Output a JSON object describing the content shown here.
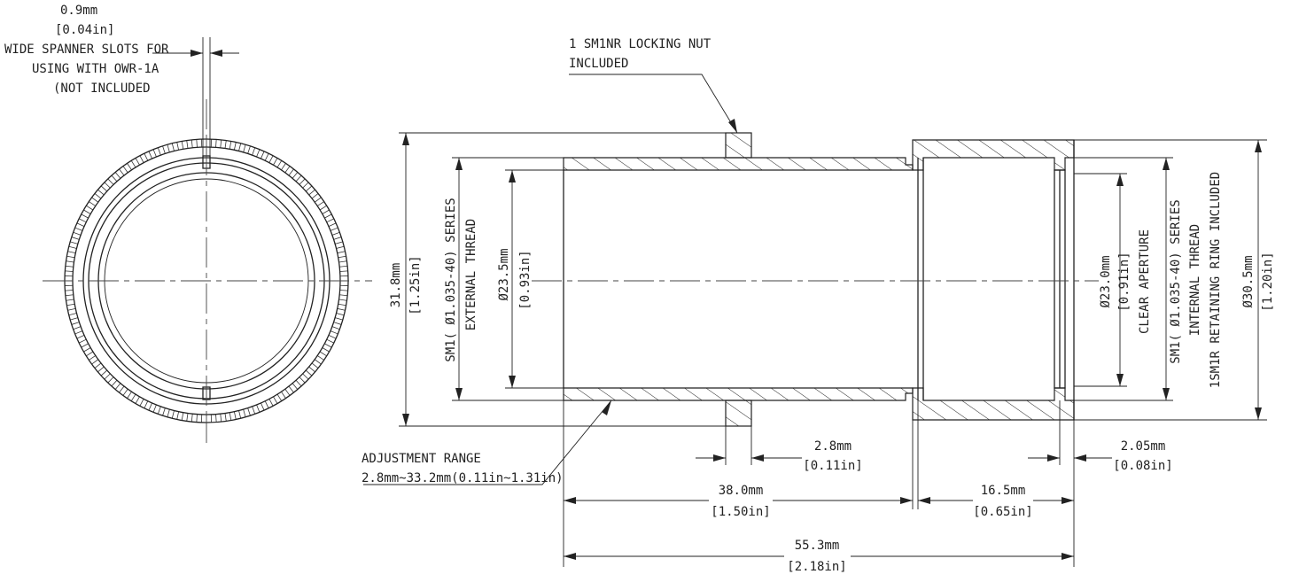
{
  "spanner": {
    "width_mm": "0.9mm",
    "width_in": "[0.04in]",
    "note_1": "WIDE SPANNER SLOTS FOR",
    "note_2": "USING WITH OWR-1A",
    "note_3": "(NOT INCLUDED"
  },
  "locking_nut": {
    "line_1": "1 SM1NR LOCKING NUT",
    "line_2": "INCLUDED"
  },
  "outer_diameter": {
    "mm": "31.8mm",
    "in": "[1.25in]"
  },
  "external_thread": {
    "line_1": "SM1( Ø1.035-40) SERIES",
    "line_2": "EXTERNAL THREAD"
  },
  "inner_diameter": {
    "mm": "Ø23.5mm",
    "in": "[0.93in]"
  },
  "clear_aperture": {
    "mm": "Ø23.0mm",
    "in": "[0.91in]",
    "label": "CLEAR APERTURE"
  },
  "internal_thread": {
    "line_1": "SM1( Ø1.035-40) SERIES",
    "line_2": "INTERNAL THREAD",
    "line_3": "1SM1R RETAINING RING INCLUDED"
  },
  "housing_diameter": {
    "mm": "Ø30.5mm",
    "in": "[1.20in]"
  },
  "adjustment": {
    "line_1": "ADJUSTMENT RANGE",
    "line_2": "2.8mm~33.2mm(0.11in~1.31in)"
  },
  "nut_thickness": {
    "mm": "2.8mm",
    "in": "[0.11in]"
  },
  "ring_offset": {
    "mm": "2.05mm",
    "in": "[0.08in]"
  },
  "tube_length": {
    "mm": "38.0mm",
    "in": "[1.50in]"
  },
  "housing_length": {
    "mm": "16.5mm",
    "in": "[0.65in]"
  },
  "overall_length": {
    "mm": "55.3mm",
    "in": "[2.18in]"
  }
}
